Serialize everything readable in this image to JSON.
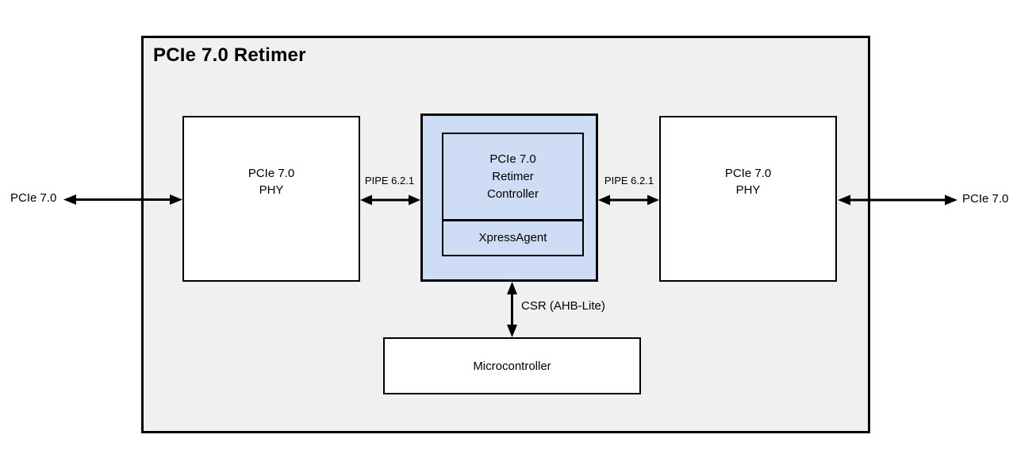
{
  "title": "PCIe 7.0 Retimer",
  "blocks": {
    "left_phy": {
      "line1": "PCIe 7.0",
      "line2": "PHY"
    },
    "right_phy": {
      "line1": "PCIe 7.0",
      "line2": "PHY"
    },
    "retimer_controller": {
      "line1": "PCIe 7.0",
      "line2": "Retimer",
      "line3": "Controller"
    },
    "xpress_agent": {
      "label": "XpressAgent"
    },
    "microcontroller": {
      "label": "Microcontroller"
    }
  },
  "connections": {
    "external_left": {
      "label": "PCIe 7.0"
    },
    "pipe_left": {
      "label": "PIPE 6.2.1"
    },
    "pipe_right": {
      "label": "PIPE 6.2.1"
    },
    "external_right": {
      "label": "PCIe 7.0"
    },
    "csr": {
      "label": "CSR (AHB-Lite)"
    }
  },
  "colors": {
    "page_background": "#ffffff",
    "container_fill": "#f0f0f1",
    "block_fill": "#ffffff",
    "controller_fill": "#cfdcf5",
    "border": "#000000",
    "arrow": "#000000",
    "text": "#000000"
  }
}
